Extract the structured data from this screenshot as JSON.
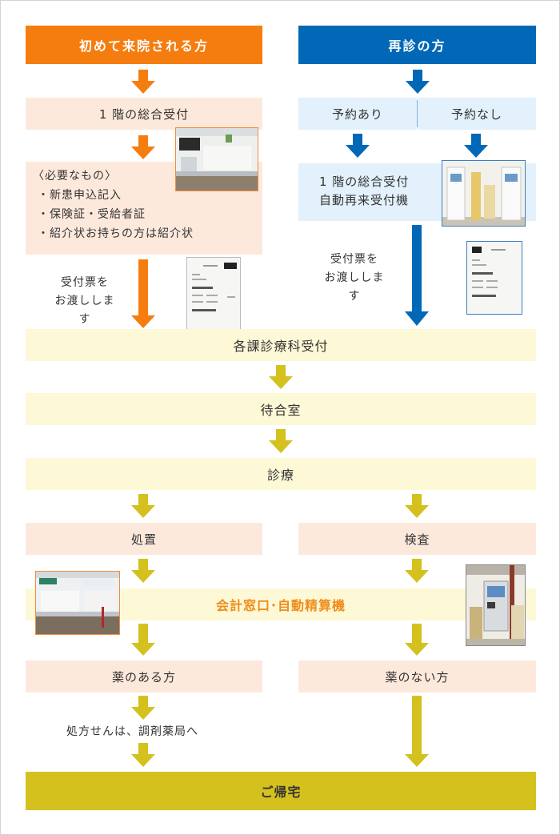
{
  "colors": {
    "orange": "#f57d10",
    "blue": "#0068b7",
    "olive": "#d5c11e",
    "peach": "#fde9dc",
    "light_blue": "#e2f1fb",
    "cream": "#fdf8d6",
    "accounting_text": "#f08c1a"
  },
  "headers": {
    "first_visit": "初めて来院される方",
    "revisit": "再診の方"
  },
  "first_visit": {
    "step1": "1 階の総合受付",
    "requirements_title": "〈必要なもの〉",
    "requirements": [
      "・新患申込記入",
      "・保険証・受給者証",
      "・紹介状お持ちの方は紹介状"
    ],
    "ticket_note": [
      "受付票を",
      "お渡しします"
    ]
  },
  "revisit": {
    "with_reservation": "予約あり",
    "without_reservation": "予約なし",
    "reception": [
      "1 階の総合受付",
      "自動再来受付機"
    ],
    "ticket_note": [
      "受付票を",
      "お渡しします"
    ]
  },
  "flow": {
    "department_reception": "各課診療科受付",
    "waiting_room": "待合室",
    "consultation": "診療",
    "treatment": "処置",
    "examination": "検査",
    "accounting": "会計窓口･自動精算機",
    "with_medicine": "薬のある方",
    "without_medicine": "薬のない方",
    "prescription_note": "処方せんは、調剤薬局へ",
    "go_home": "ご帰宅"
  },
  "photos": {
    "reception_desk": "reception-desk-photo",
    "reception_ticket": "reception-ticket-photo",
    "auto_machine": "auto-reception-machine-photo",
    "accounting_window": "accounting-window-photo",
    "payment_machine": "payment-machine-photo"
  }
}
